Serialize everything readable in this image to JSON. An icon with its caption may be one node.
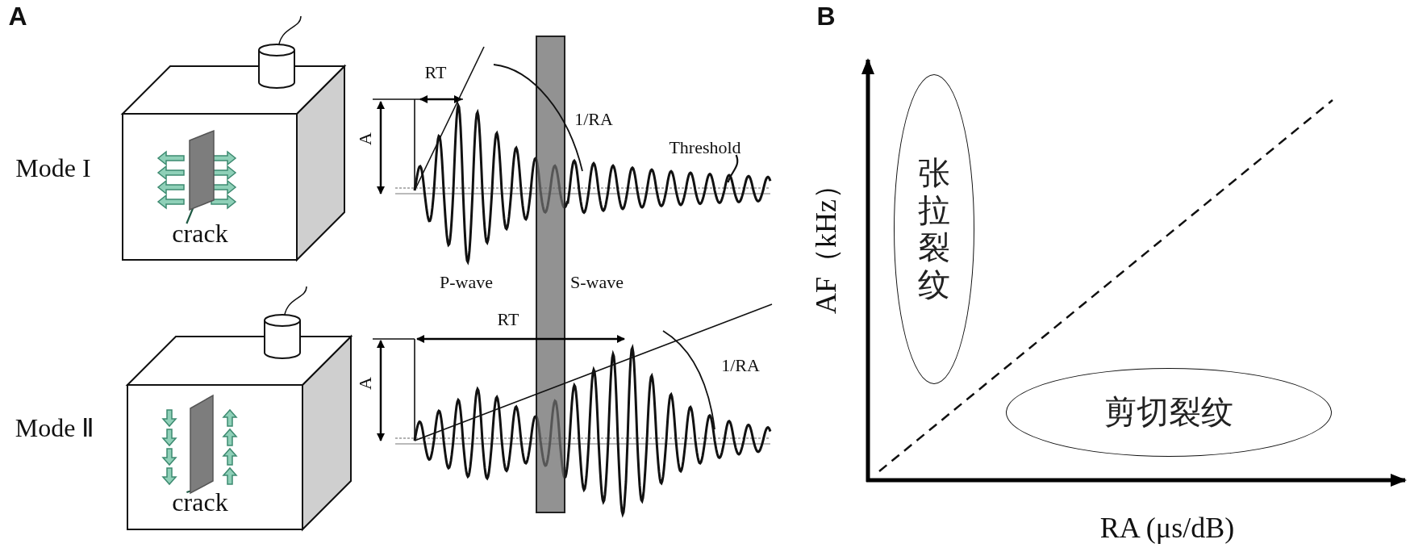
{
  "diagram": {
    "nodes": [
      {
        "text": [
          "crack"
        ]
      },
      {
        "text": [],
        "shape": "box"
      },
      {
        "text": [
          "crack"
        ]
      },
      {
        "text": [],
        "shape": "box"
      },
      {
        "text": [
          "Threshold"
        ]
      },
      {
        "text": [
          "张拉裂纹"
        ]
      },
      {
        "text": [
          "剪切裂纹"
        ]
      }
    ],
    "edges": [
      {
        "from": 0,
        "to": 1,
        "arrow": "none",
        "color": "#1f5a44"
      },
      {
        "from": 2,
        "to": 3,
        "arrow": "none",
        "color": "#1f5a44"
      },
      {
        "from": 4,
        "to": null,
        "arrow": "none"
      }
    ],
    "labels": [
      "A",
      "B",
      "Mode I",
      "RT",
      "1/RA",
      "A",
      "P-wave",
      "S-wave",
      "RT",
      "A",
      "1/RA",
      "Mode Ⅱ",
      "AF（kHz）",
      "RA (μs/dB)"
    ]
  }
}
